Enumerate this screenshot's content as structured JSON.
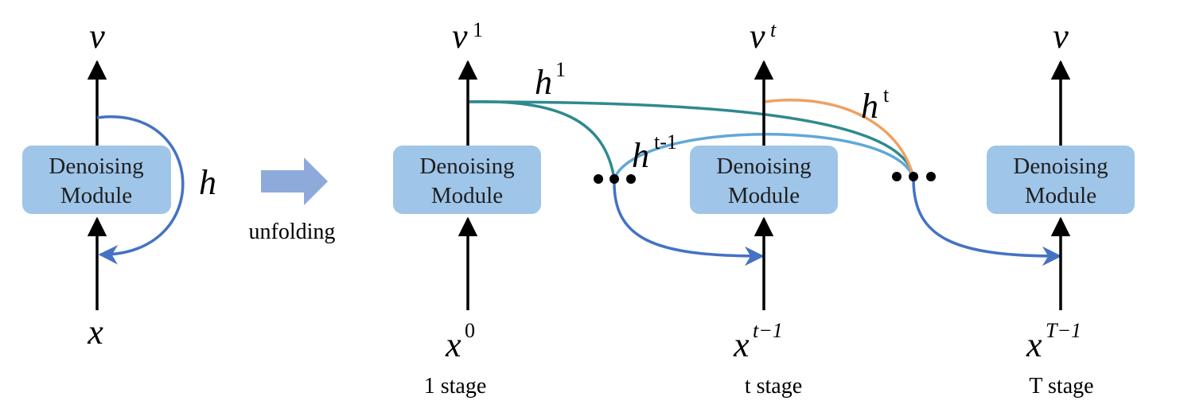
{
  "colors": {
    "module_fill": "#9fc5e8",
    "arrow": "#000000",
    "loop_blue": "#4472c4",
    "teal": "#2e8a8f",
    "light_blue": "#5fa8d8",
    "orange": "#f0a060",
    "unfold_arrow": "#8eaadb"
  },
  "left": {
    "module_line1": "Denoising",
    "module_line2": "Module",
    "output": "v",
    "input": "x",
    "hidden": "h"
  },
  "unfold": {
    "label": "unfolding"
  },
  "stages": [
    {
      "module_line1": "Denoising",
      "module_line2": "Module",
      "out_base": "v",
      "out_sup": "1",
      "in_base": "x",
      "in_sup": "0",
      "caption": "1 stage"
    },
    {
      "module_line1": "Denoising",
      "module_line2": "Module",
      "out_base": "v",
      "out_sup": "t",
      "in_base": "x",
      "in_sup": "t−1",
      "caption": "t stage"
    },
    {
      "module_line1": "Denoising",
      "module_line2": "Module",
      "out_base": "v",
      "out_sup": "",
      "in_base": "x",
      "in_sup": "T−1",
      "caption": "T stage"
    }
  ],
  "hidden_labels": {
    "h1_base": "h",
    "h1_sup": "1",
    "ht1_base": "h",
    "ht1_sup": "t-1",
    "ht_base": "h",
    "ht_sup": "t"
  }
}
